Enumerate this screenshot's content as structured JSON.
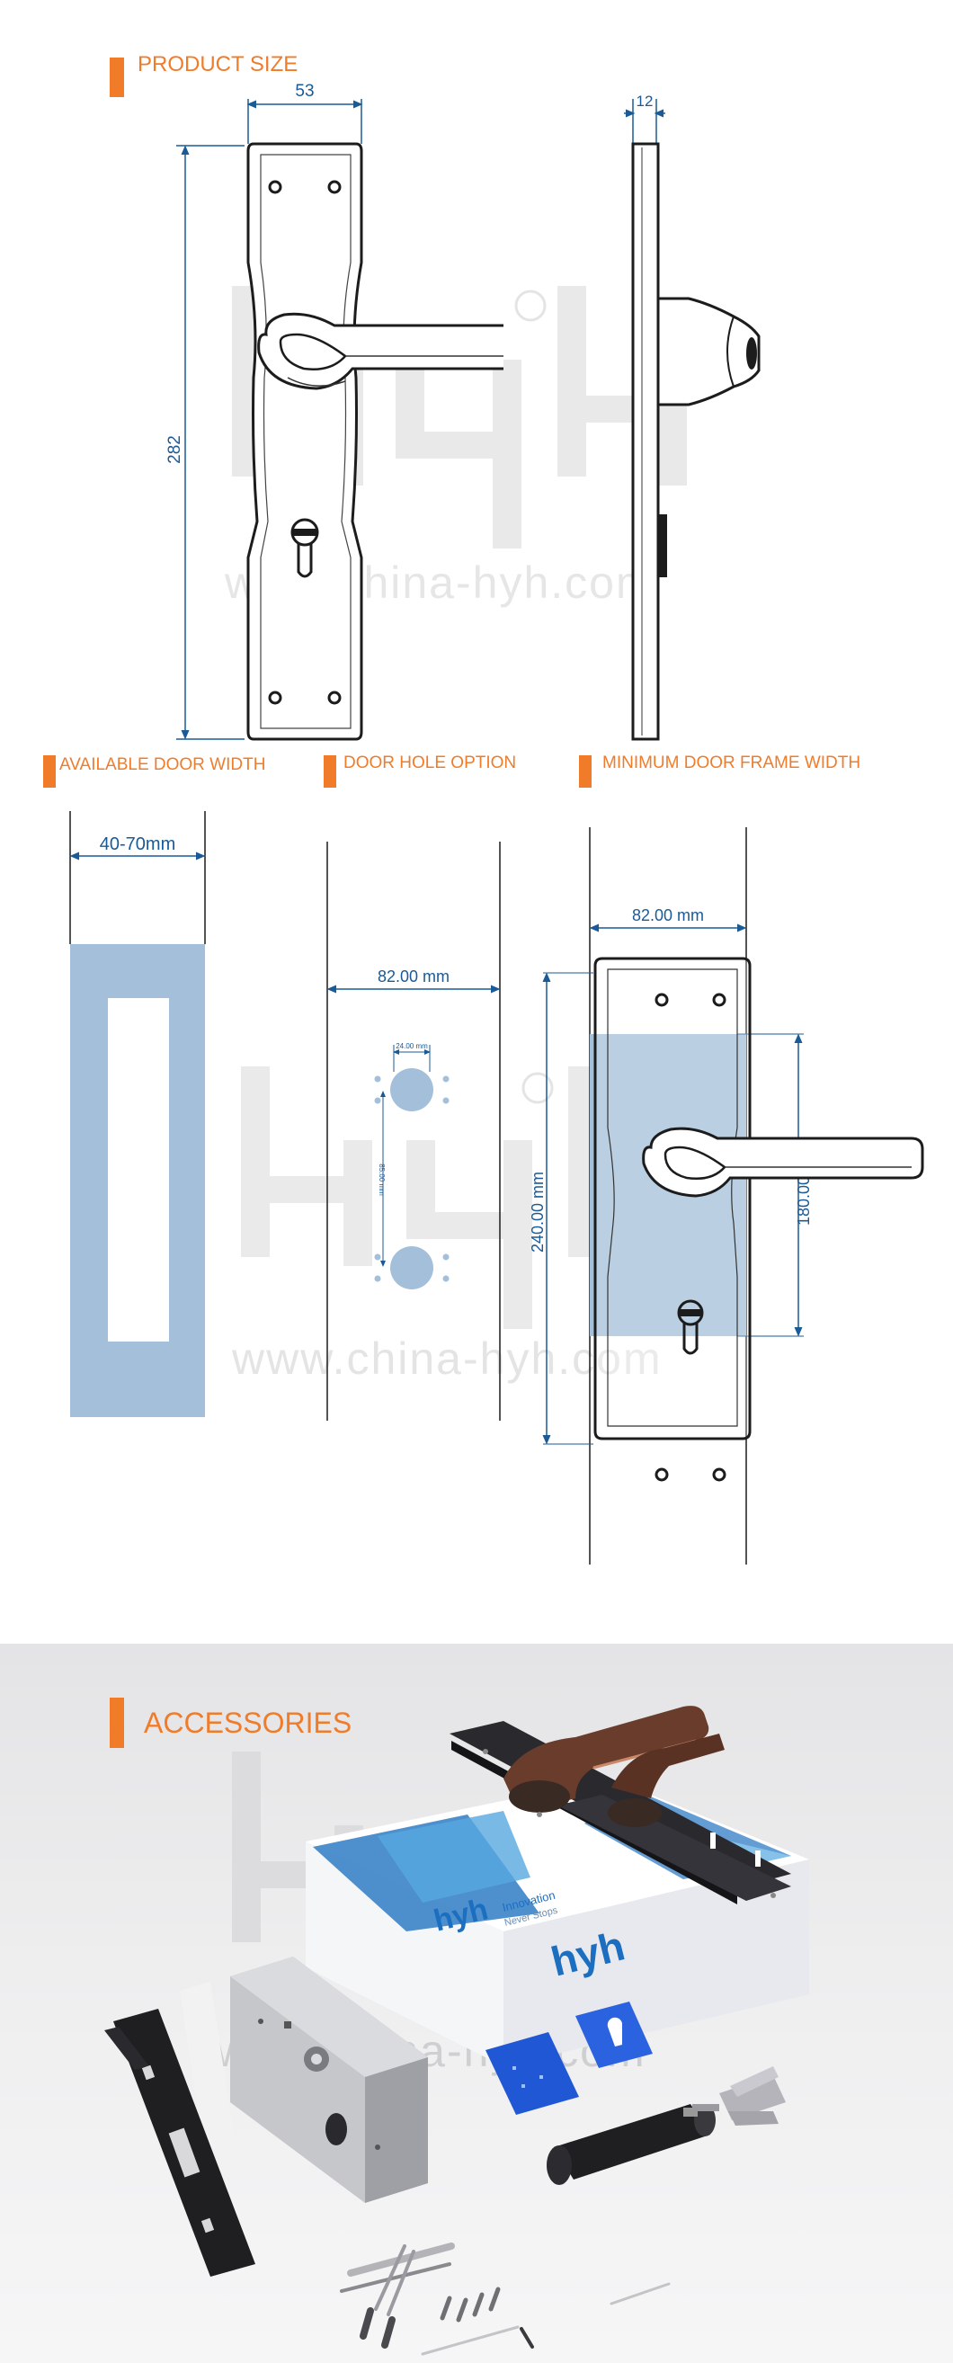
{
  "sections": {
    "product_size": "PRODUCT SIZE",
    "available_door_width": "AVAILABLE DOOR WIDTH",
    "door_hole_option": "DOOR HOLE OPTION",
    "minimum_door_frame_width": "MINIMUM DOOR FRAME WIDTH",
    "accessories": "ACCESSORIES"
  },
  "product_size": {
    "width": "53",
    "thickness": "12",
    "height": "282"
  },
  "door_width": {
    "range": "40-70mm"
  },
  "door_hole": {
    "spacing": "82.00 mm",
    "hole_diameter": "24.00 mm",
    "hole_distance": "85.00 mm"
  },
  "frame": {
    "width": "82.00 mm",
    "plate_height": "240.00 mm",
    "hole_span": "180.00 mm"
  },
  "watermark": {
    "logo": "hyh",
    "url": "www.china-hyh.com"
  },
  "box": {
    "brand": "hyh",
    "tagline_1": "Innovation",
    "tagline_2": "Never Stops"
  },
  "colors": {
    "accent": "#f07c2a",
    "dimension": "#1a5a96",
    "door_fill": "#a3bfd9"
  }
}
